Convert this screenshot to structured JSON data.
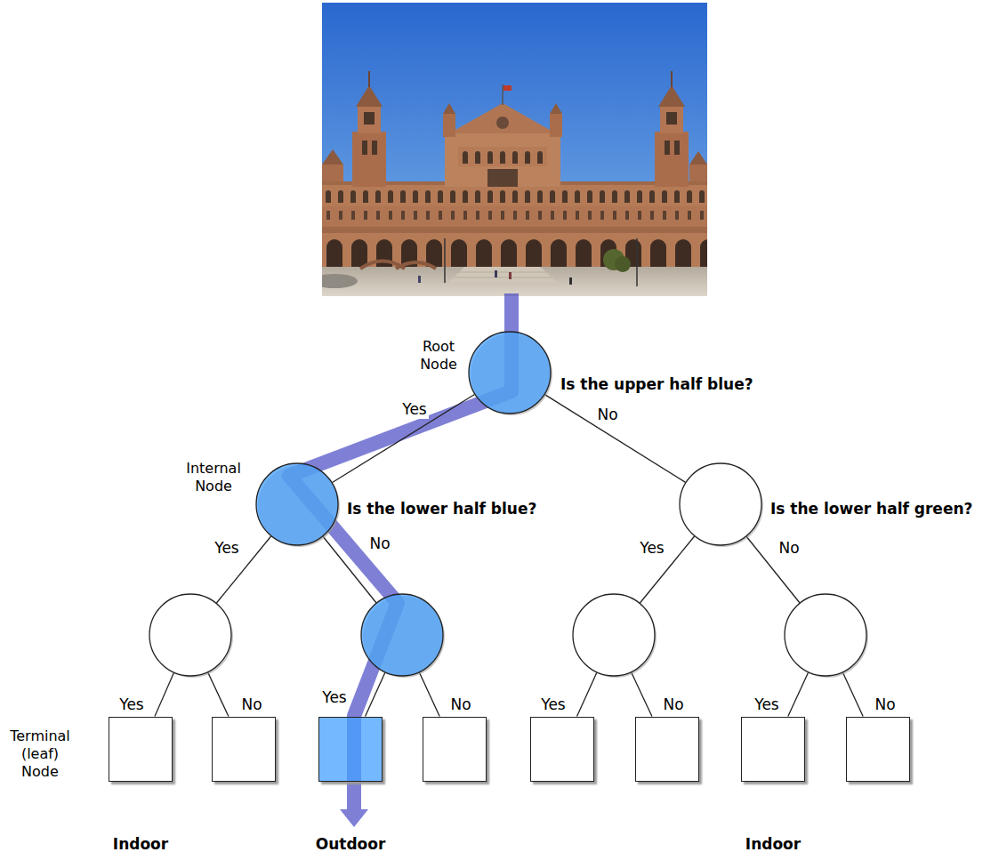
{
  "diagram": {
    "nodes": [
      {
        "text": [
          "Is the upper half blue?"
        ]
      },
      {
        "text": [
          "Is the lower half blue?"
        ]
      },
      {
        "text": [
          "Is the lower half green?"
        ]
      },
      {
        "text": []
      },
      {
        "text": []
      },
      {
        "text": []
      },
      {
        "text": []
      },
      {
        "text": [
          "Indoor"
        ]
      },
      {
        "text": []
      },
      {
        "text": [
          "Outdoor"
        ]
      },
      {
        "text": []
      },
      {
        "text": []
      },
      {
        "text": []
      },
      {
        "text": [
          "Indoor"
        ]
      },
      {
        "text": []
      }
    ],
    "edges": [
      {
        "from": 0,
        "to": 1,
        "arrow": "none",
        "label": "Yes"
      },
      {
        "from": 0,
        "to": 2,
        "arrow": "none",
        "label": "No"
      },
      {
        "from": 1,
        "to": 3,
        "arrow": "none",
        "label": "Yes"
      },
      {
        "from": 1,
        "to": 4,
        "arrow": "none",
        "label": "No"
      },
      {
        "from": 2,
        "to": 5,
        "arrow": "none",
        "label": "Yes"
      },
      {
        "from": 2,
        "to": 6,
        "arrow": "none",
        "label": "No"
      },
      {
        "from": 3,
        "to": 7,
        "arrow": "none",
        "label": "Yes"
      },
      {
        "from": 3,
        "to": 8,
        "arrow": "none",
        "label": "No"
      },
      {
        "from": 4,
        "to": 9,
        "arrow": "none",
        "label": "Yes"
      },
      {
        "from": 4,
        "to": 10,
        "arrow": "none",
        "label": "No"
      },
      {
        "from": 5,
        "to": 11,
        "arrow": "none",
        "label": "Yes"
      },
      {
        "from": 5,
        "to": 12,
        "arrow": "none",
        "label": "No"
      },
      {
        "from": 6,
        "to": 13,
        "arrow": "none",
        "label": "Yes"
      },
      {
        "from": 6,
        "to": 14,
        "arrow": "none",
        "label": "No"
      }
    ],
    "labels": [
      "Root Node",
      "Internal Node",
      "Terminal (leaf) Node"
    ]
  }
}
